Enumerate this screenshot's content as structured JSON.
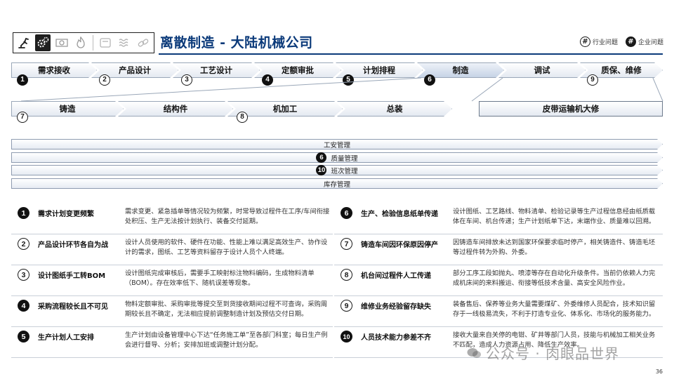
{
  "header": {
    "title": "离散制造 - 大陆机械公司",
    "icons": [
      "robot-arm-icon",
      "gears-icon",
      "machine-icon",
      "flame-icon",
      "device-icon",
      "waves-icon",
      "chain-icon"
    ]
  },
  "legend": {
    "industry_label": "行业问题",
    "company_label": "企业问题",
    "hash": "#"
  },
  "process": [
    {
      "label": "需求接收",
      "num": "1",
      "style": "solid"
    },
    {
      "label": "产品设计",
      "num": "2",
      "style": "outline"
    },
    {
      "label": "工艺设计",
      "num": "3",
      "style": "outline"
    },
    {
      "label": "定额审批",
      "num": "4",
      "style": "solid"
    },
    {
      "label": "计划排程",
      "num": "5",
      "style": "solid"
    },
    {
      "label": "制造",
      "num": "6",
      "style": "solid"
    },
    {
      "label": "调试",
      "num": "",
      "style": ""
    },
    {
      "label": "质保、维修",
      "num": "9",
      "style": "outline"
    }
  ],
  "subprocess": [
    {
      "label": "铸造",
      "num": "7",
      "style": "outline"
    },
    {
      "label": "结构件",
      "num": "",
      "style": ""
    },
    {
      "label": "机加工",
      "num": "8",
      "style": "outline"
    },
    {
      "label": "总装",
      "num": "",
      "style": ""
    }
  ],
  "repair": {
    "label": "皮带运输机大修"
  },
  "management": [
    {
      "label": "工安管理",
      "num": "",
      "style": ""
    },
    {
      "label": "质量管理",
      "num": "6",
      "style": "solid"
    },
    {
      "label": "班次管理",
      "num": "10",
      "style": "solid"
    },
    {
      "label": "库存管理",
      "num": "",
      "style": ""
    }
  ],
  "issues": [
    {
      "num": "1",
      "style": "solid",
      "title": "需求计划变更频繁",
      "desc": "需求变更、紧急插单等情况较为频繁，时常导致过程件在工序/车间衔接处积压、生产无法按计划执行、装备交付延期。"
    },
    {
      "num": "2",
      "style": "outline",
      "title": "产品设计环节各自为战",
      "desc": "设计人员使用的软件、硬件在功能、性能上难以满足高效生产、协作设计的需求，图纸、工艺等资料留存于设计人员个人终端。"
    },
    {
      "num": "3",
      "style": "outline",
      "title": "设计图纸手工转BOM",
      "desc": "设计图纸完成审核后，需要手工映射标注物料编码，生成物料清单（BOM）。存在效率低下、随机误差等现象。"
    },
    {
      "num": "4",
      "style": "solid",
      "title": "采购流程较长且不可见",
      "desc": "物料定额审批、采购审批等提交至到货接收期间过程不可查询，采购周期较长且不确定，无法相应提前调整制造计划及预估交付日期。"
    },
    {
      "num": "5",
      "style": "solid",
      "title": "生产计划人工安排",
      "desc": "生产计划由设备管理中心下达“任务施工单”至各部门科室；每日生产例会进行督导、分析；安排加班或调整计划分配。"
    },
    {
      "num": "6",
      "style": "solid",
      "title": "生产、检验信息纸单传递",
      "desc": "设计图纸、工艺路线、物料清单、检验记录等生产过程信息经由纸质载体在车间、机台传递；生产计划纸单下达，末端作业、质量难以回溯。"
    },
    {
      "num": "7",
      "style": "outline",
      "title": "铸造车间因环保原因停产",
      "desc": "因铸造车间排放未达到国家环保要求临时停产，相关铸造件、铸造毛坯等过程件转为外购、外委。"
    },
    {
      "num": "8",
      "style": "outline",
      "title": "机台间过程件人工传递",
      "desc": "部分工序工段如抛丸、喷漆等存在自动化升级条件。当前仍依赖人力完成机床间的来料搬运、衔接等低技术含量、高安全风险作业。"
    },
    {
      "num": "9",
      "style": "outline",
      "title": "维修业务经验留存缺失",
      "desc": "装备售后、保养等业务大量需要煤矿、外委维修人员配合，技术知识留存于一线极易流失，不利于打造专业化、体系化、市场化的服务能力。"
    },
    {
      "num": "10",
      "style": "solid",
      "title": "人员技术能力参差不齐",
      "desc": "接收大量来自关停的电钳、矿井等部门人员，技能与机械加工相关业务不匹配，造成人力资源占用、降低生产效率。"
    }
  ],
  "watermark": "公众号 · 肉眼品世界",
  "page_number": "36"
}
